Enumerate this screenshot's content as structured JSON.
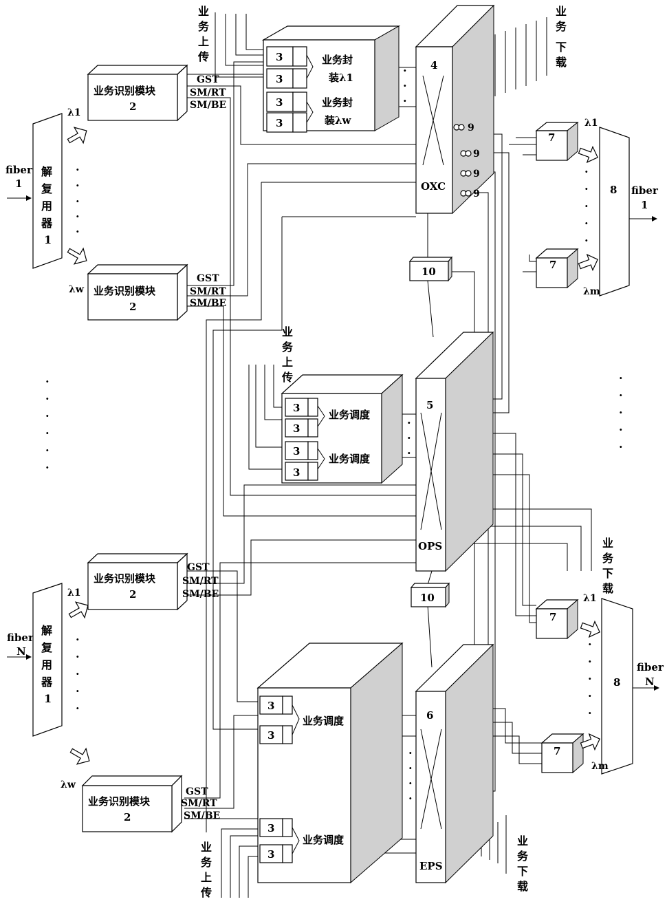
{
  "labels": {
    "fiber1_in": "fiber",
    "fiber1_in_num": "1",
    "fiberN_in": "fiber",
    "fiberN_in_num": "N",
    "fiber1_out": "fiber",
    "fiber1_out_num": "1",
    "fiberN_out": "fiber",
    "fiberN_out_num": "N",
    "demux": [
      "解",
      "复",
      "用",
      "器",
      "1"
    ],
    "lambda1": "λ1",
    "lambdaw": "λw",
    "lambdam": "λm",
    "id_module": "业务识别模块",
    "id_module_num": "2",
    "gst": "GST",
    "smrt": "SM/RT",
    "smbe": "SM/BE",
    "upload": [
      "业",
      "务",
      "上",
      "传"
    ],
    "download": [
      "业",
      "务",
      "下",
      "载"
    ],
    "encap1_a": "业务封",
    "encap1_b": "装λ1",
    "encapw_a": "业务封",
    "encapw_b": "装λw",
    "schedule": "业务调度",
    "num3": "3",
    "num4": "4",
    "num5": "5",
    "num6": "6",
    "num7": "7",
    "num8": "8",
    "num9": "9",
    "num10": "10",
    "oxc": "OXC",
    "ops": "OPS",
    "eps": "EPS"
  }
}
